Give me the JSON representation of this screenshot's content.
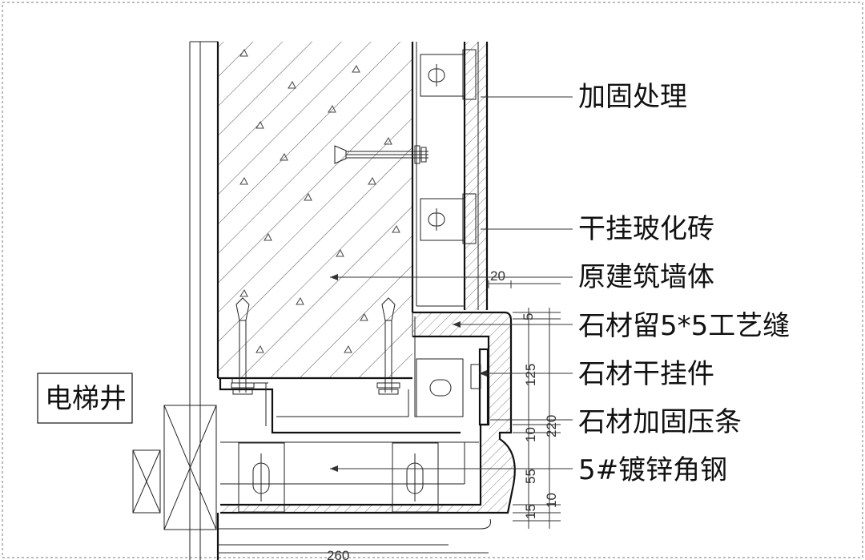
{
  "labels": {
    "reinforcement": "加固处理",
    "dry_hung_tile": "干挂玻化砖",
    "original_wall": "原建筑墙体",
    "stone_joint": "石材留5*5工艺缝",
    "stone_hanger": "石材干挂件",
    "stone_strip": "石材加固压条",
    "angle_steel": "5#镀锌角钢",
    "elevator_shaft": "电梯井"
  },
  "dimensions": {
    "d20": "20",
    "d5": "5",
    "d125": "125",
    "d220": "220",
    "d10a": "10",
    "d55": "55",
    "d10b": "10",
    "d15": "15",
    "d260": "260"
  }
}
